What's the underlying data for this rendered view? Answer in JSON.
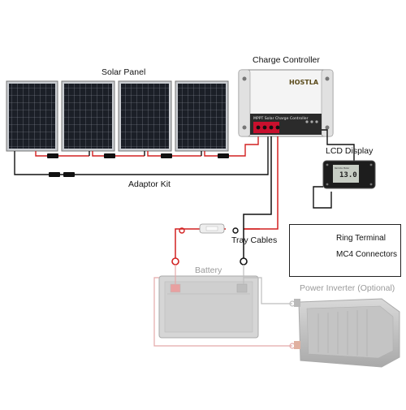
{
  "labels": {
    "solar_panel": "Solar Panel",
    "charge_controller": "Charge Controller",
    "lcd_display": "LCD Display",
    "adaptor_kit": "Adaptor Kit",
    "tray_cables": "Tray Cables",
    "battery": "Battery",
    "power_inverter": "Power Inverter (Optional)"
  },
  "legend": {
    "ring_terminal": "Ring Terminal",
    "mc4_connectors": "MC4 Connectors"
  },
  "controller": {
    "brand": "HOSTLA",
    "strip_text": "MPPT  Solar Charge Controller"
  },
  "display": {
    "reading": "13.0",
    "screen_text": "Remote Meter"
  },
  "colors": {
    "positive_wire": "#d22020",
    "negative_wire": "#111111",
    "controller_accent": "#c8102e",
    "panel_cell": "#1b1f27",
    "faded": "#b9b9b9"
  }
}
